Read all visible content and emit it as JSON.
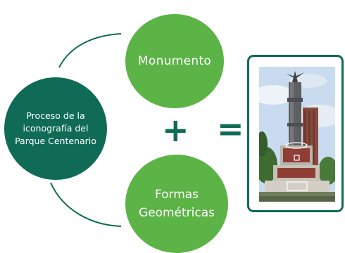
{
  "diagram": {
    "central": "Proceso de la iconografía del Parque Centenario",
    "top": "Monumento",
    "bottom": "Formas Geométricas",
    "plus": "+",
    "equals": "="
  },
  "colors": {
    "dark_green": "#0f6b55",
    "light_green": "#5cb346"
  },
  "photo": {
    "subject": "monument-column-photo"
  }
}
